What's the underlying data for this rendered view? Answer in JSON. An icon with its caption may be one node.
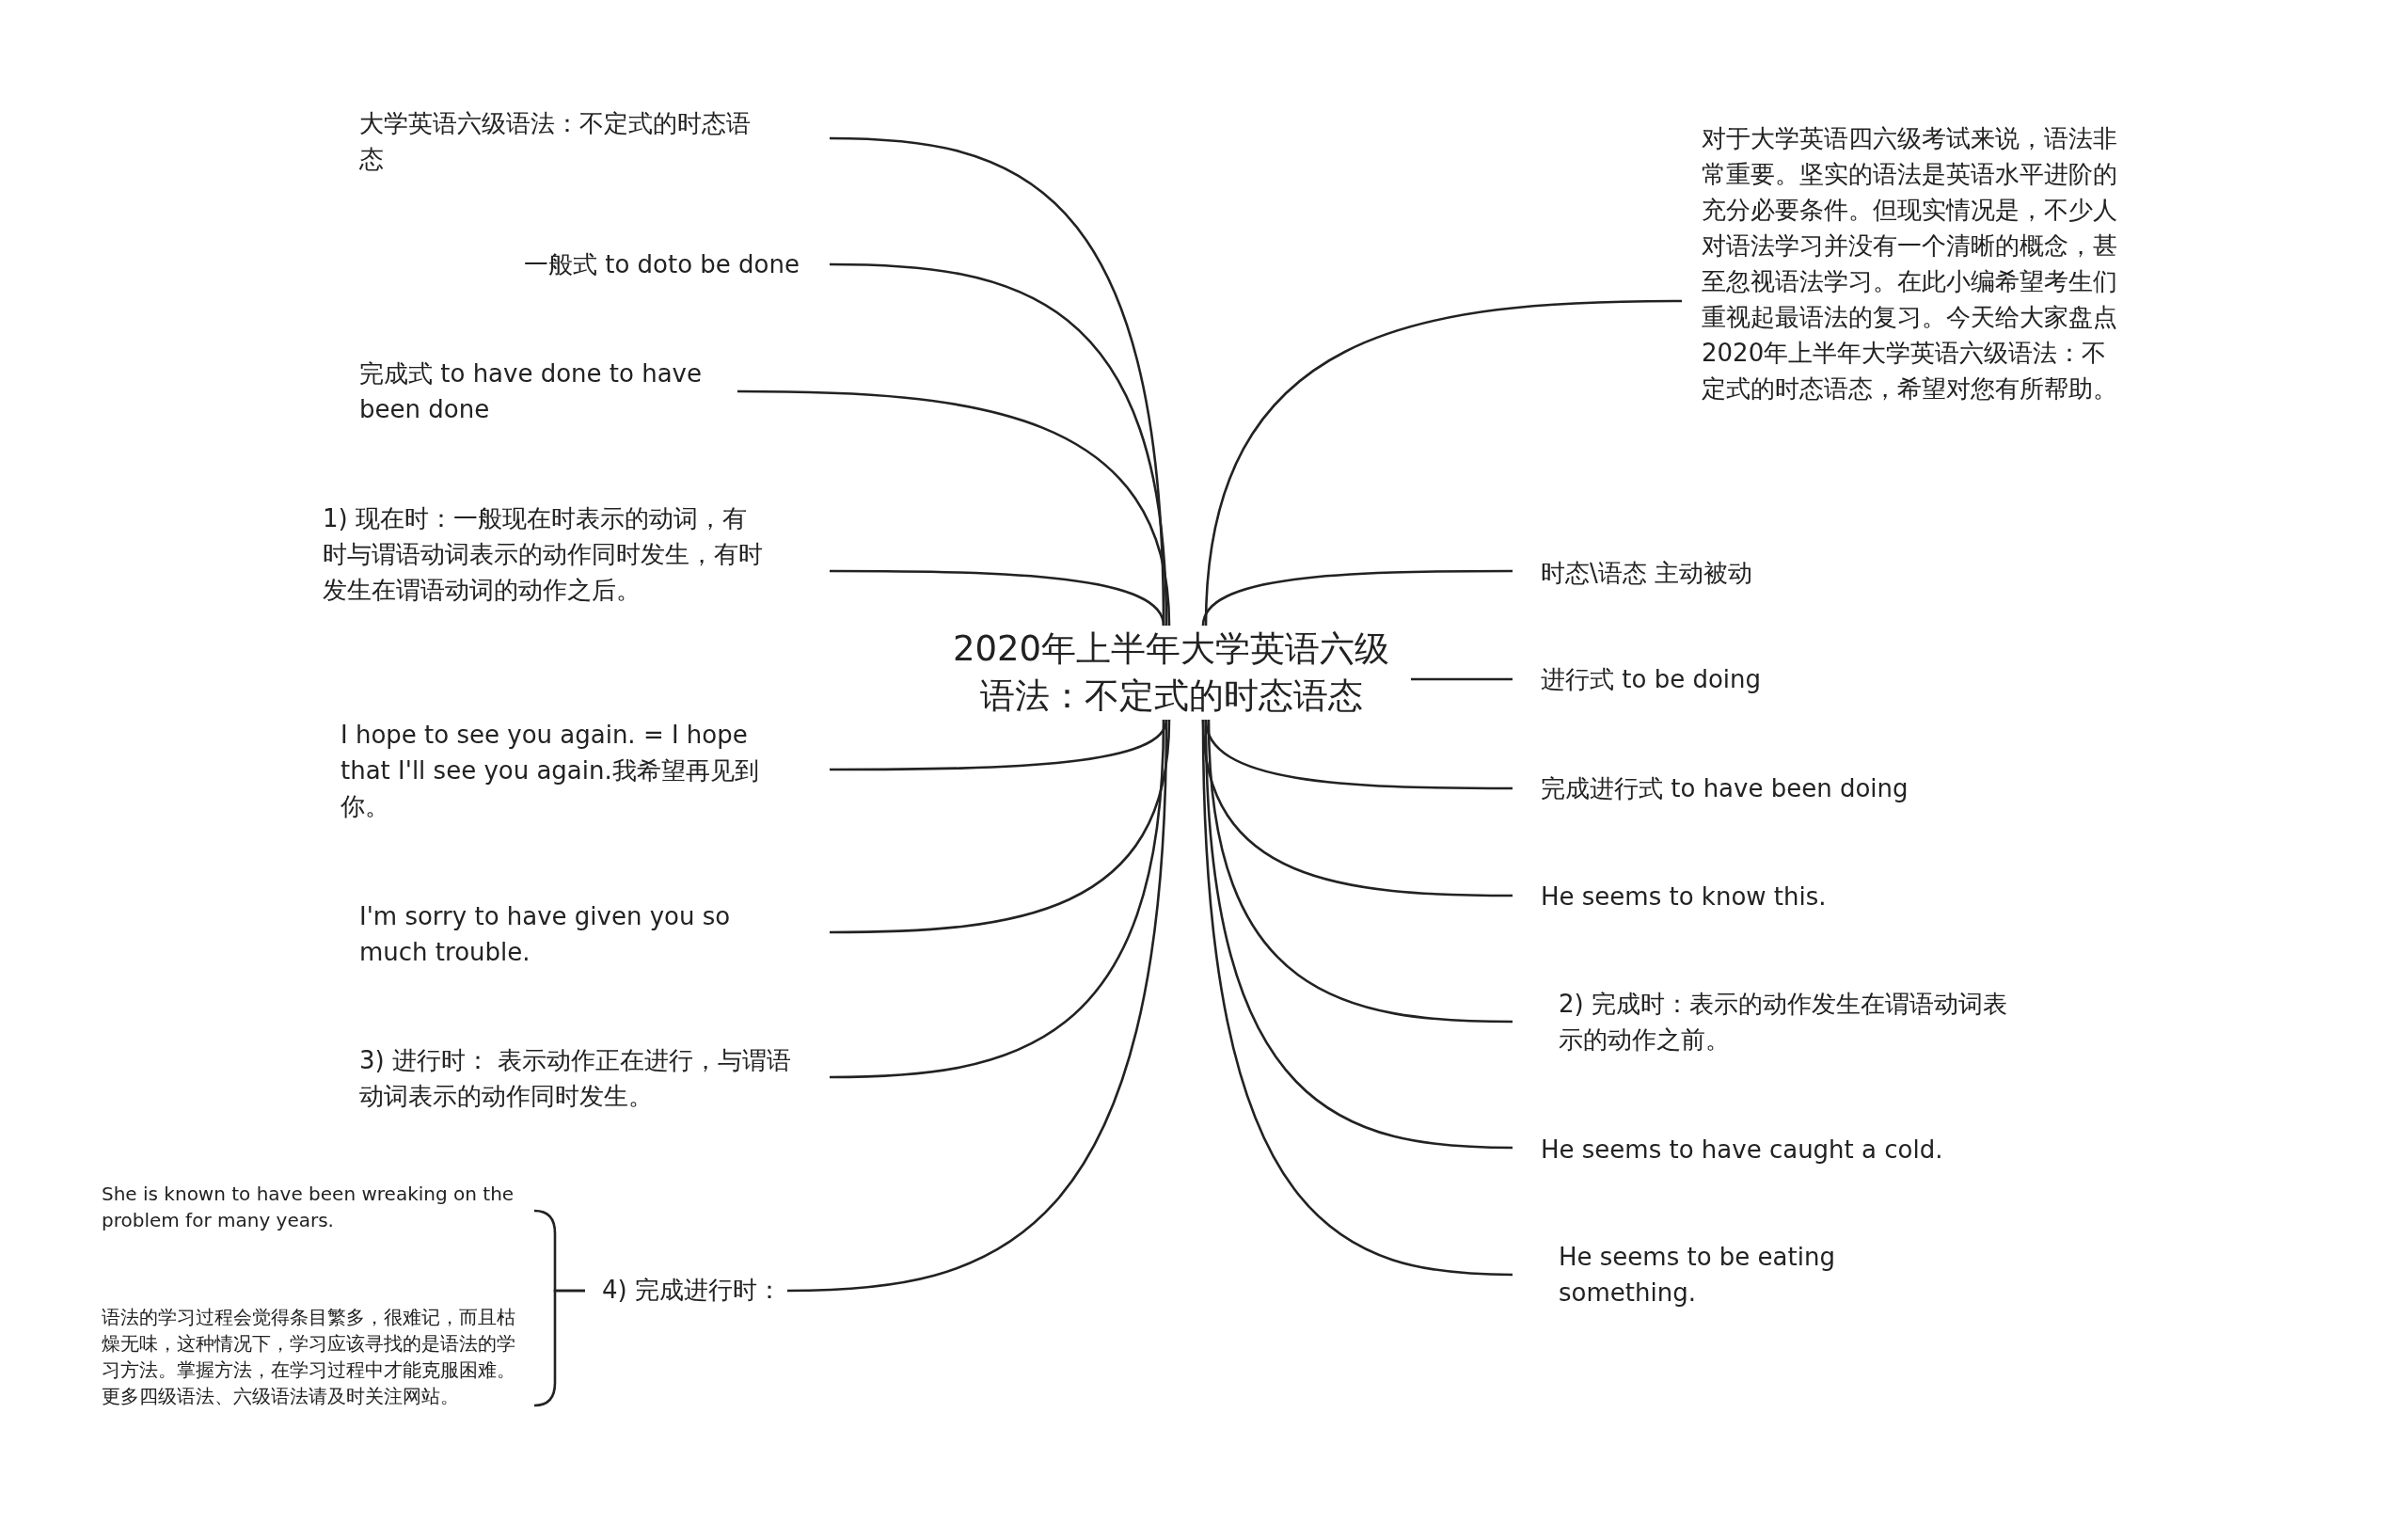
{
  "diagram": {
    "nodes": [
      {
        "text": [
          "2020年上半年大学英语六级语法：不定式的时态语态"
        ]
      },
      {
        "text": [
          "大学英语六级语法：不定式的时态语态"
        ]
      },
      {
        "text": [
          "一般式 to doto be done"
        ]
      },
      {
        "text": [
          "完成式 to have done to have been done"
        ]
      },
      {
        "text": [
          "1) 现在时：一般现在时表示的动词，有时与谓语动词表示的动作同时发生，有时发生在谓语动词的动作之后。"
        ]
      },
      {
        "text": [
          "I hope to see you again. = I hope that I'll see you again.我希望再见到你。"
        ]
      },
      {
        "text": [
          "I'm sorry to have given you so much trouble."
        ]
      },
      {
        "text": [
          "3) 进行时： 表示动作正在进行，与谓语动词表示的动作同时发生。"
        ]
      },
      {
        "text": [
          "4) 完成进行时："
        ]
      },
      {
        "text": [
          "She is known to have been wreaking on the problem for many years."
        ]
      },
      {
        "text": [
          "语法的学习过程会觉得条目繁多，很难记，而且枯燥无味，这种情况下，学习应该寻找的是语法的学习方法。掌握方法，在学习过程中才能克服困难。更多四级语法、六级语法请及时关注网站。"
        ]
      },
      {
        "text": [
          "对于大学英语四六级考试来说，语法非常重要。坚实的语法是英语水平进阶的充分必要条件。但现实情况是，不少人对语法学习并没有一个清晰的概念，甚至忽视语法学习。在此小编希望考生们重视起最语法的复习。今天给大家盘点2020年上半年大学英语六级语法：不定式的时态语态，希望对您有所帮助。"
        ]
      },
      {
        "text": [
          "时态\\语态 主动被动"
        ]
      },
      {
        "text": [
          "进行式 to be doing"
        ]
      },
      {
        "text": [
          "完成进行式 to have been doing"
        ]
      },
      {
        "text": [
          "He seems to know this."
        ]
      },
      {
        "text": [
          "2) 完成时：表示的动作发生在谓语动词表示的动作之前。"
        ]
      },
      {
        "text": [
          "He seems to have caught a cold."
        ]
      },
      {
        "text": [
          "He seems to be eating something."
        ]
      }
    ],
    "edges": [
      {
        "from": 0,
        "to": 1,
        "arrow": "none"
      },
      {
        "from": 0,
        "to": 2,
        "arrow": "none"
      },
      {
        "from": 0,
        "to": 3,
        "arrow": "none"
      },
      {
        "from": 0,
        "to": 4,
        "arrow": "none"
      },
      {
        "from": 0,
        "to": 5,
        "arrow": "none"
      },
      {
        "from": 0,
        "to": 6,
        "arrow": "none"
      },
      {
        "from": 0,
        "to": 7,
        "arrow": "none"
      },
      {
        "from": 0,
        "to": 8,
        "arrow": "none"
      },
      {
        "from": 8,
        "to": 9,
        "arrow": "none"
      },
      {
        "from": 8,
        "to": 10,
        "arrow": "none"
      },
      {
        "from": 0,
        "to": 11,
        "arrow": "none"
      },
      {
        "from": 0,
        "to": 12,
        "arrow": "none"
      },
      {
        "from": 0,
        "to": 13,
        "arrow": "none"
      },
      {
        "from": 0,
        "to": 14,
        "arrow": "none"
      },
      {
        "from": 0,
        "to": 15,
        "arrow": "none"
      },
      {
        "from": 0,
        "to": 16,
        "arrow": "none"
      },
      {
        "from": 0,
        "to": 17,
        "arrow": "none"
      },
      {
        "from": 0,
        "to": 18,
        "arrow": "none"
      }
    ]
  }
}
